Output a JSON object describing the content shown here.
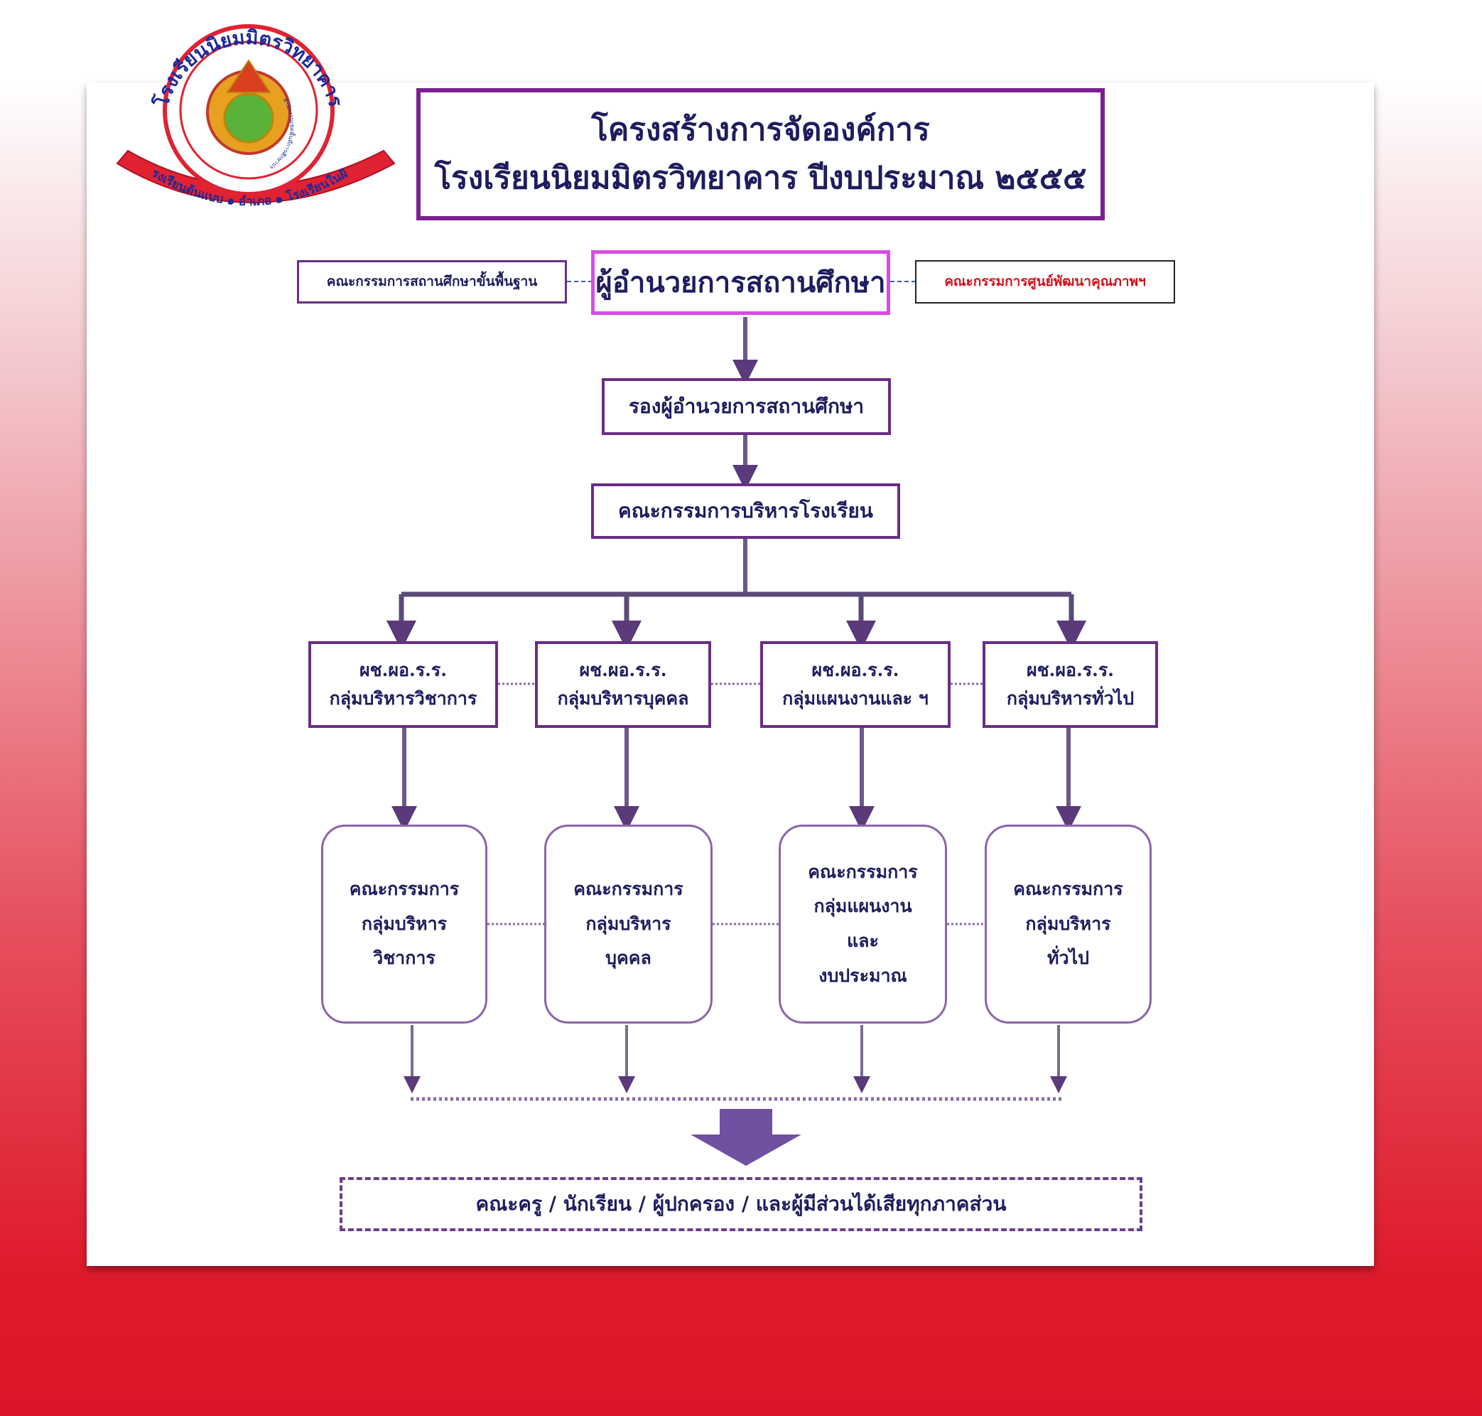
{
  "logo": {
    "arc_text": "โรงเรียนนิยมมิตรวิทยาคาร",
    "inner_text": "สำนักงานเขตพื้นที่การศึกษาประถมศึกษานครราชสีมา เขต ๔",
    "ribbon_text": "โรงเรียนต้นแบบ ๑ อำเภอ ๑ โรงเรียนในฝัน"
  },
  "title": {
    "line1": "โครงสร้างการจัดองค์การ",
    "line2": "โรงเรียนนิยมมิตรวิทยาคาร  ปีงบประมาณ ๒๕๕๕"
  },
  "director": "ผู้อำนวยการสถานศึกษา",
  "side_left": "คณะกรรมการสถานศึกษาขั้นพื้นฐาน",
  "side_right": "คณะกรรมการศูนย์พัฒนาคุณภาพฯ",
  "deputy": "รองผู้อำนวยการสถานศึกษา",
  "board": "คณะกรรมการบริหารโรงเรียน",
  "assistants": [
    {
      "line1": "ผช.ผอ.ร.ร.",
      "line2": "กลุ่มบริหารวิชาการ"
    },
    {
      "line1": "ผช.ผอ.ร.ร.",
      "line2": "กลุ่มบริหารบุคคล"
    },
    {
      "line1": "ผช.ผอ.ร.ร.",
      "line2": "กลุ่มแผนงานและ ฯ"
    },
    {
      "line1": "ผช.ผอ.ร.ร.",
      "line2": "กลุ่มบริหารทั่วไป"
    }
  ],
  "committees": [
    {
      "lines": [
        "คณะกรรมการ",
        "กลุ่มบริหาร",
        "วิชาการ"
      ]
    },
    {
      "lines": [
        "คณะกรรมการ",
        "กลุ่มบริหาร",
        "บุคคล"
      ]
    },
    {
      "lines": [
        "คณะกรรมการ",
        "กลุ่มแผนงาน",
        "และ",
        "งบประมาณ"
      ]
    },
    {
      "lines": [
        "คณะกรรมการ",
        "กลุ่มบริหาร",
        "ทั่วไป"
      ]
    }
  ],
  "bottom": "คณะครู / นักเรียน / ผู้ปกครอง / และผู้มีส่วนได้เสียทุกภาคส่วน",
  "colors": {
    "title_border": "#7a2090",
    "director_border": "#d94be6",
    "box_border": "#6a2d85",
    "text": "#1f1d5e",
    "side_right_text": "#d4101c",
    "background_red": "#dc1628"
  }
}
